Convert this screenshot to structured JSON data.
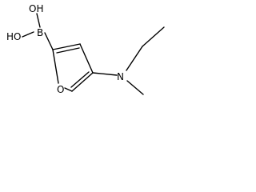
{
  "atoms": {
    "oh_top": "OH",
    "oh_left": "HO",
    "boron": "B",
    "oxygen": "O",
    "nitrogen": "N"
  },
  "colors": {
    "ink": "#000000",
    "background": "#ffffff"
  }
}
